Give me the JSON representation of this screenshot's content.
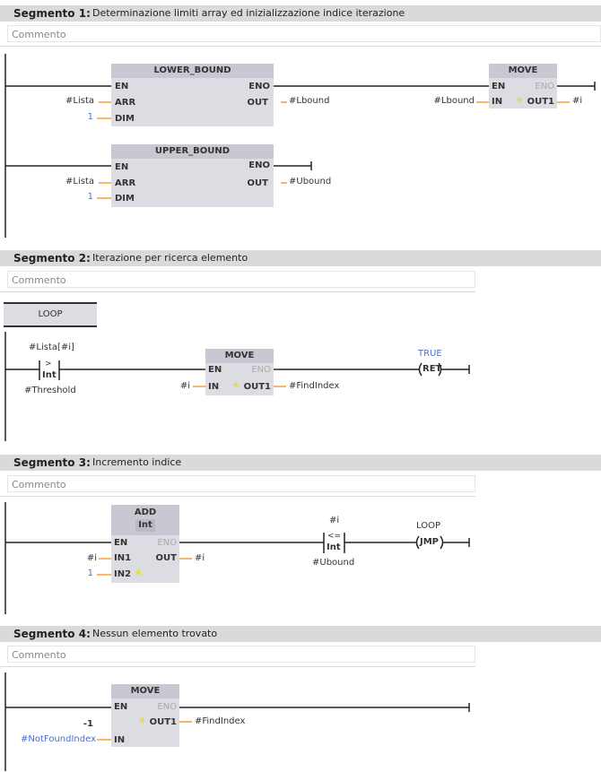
{
  "segments": [
    {
      "title": "Segmento 1:",
      "description": "Determinazione limiti array ed inizializzazione indice iterazione",
      "comment": "Commento"
    },
    {
      "title": "Segmento 2:",
      "description": "Iterazione per ricerca elemento",
      "comment": "Commento"
    },
    {
      "title": "Segmento 3:",
      "description": "Incremento indice",
      "comment": "Commento"
    },
    {
      "title": "Segmento 4:",
      "description": "Nessun elemento trovato",
      "comment": "Commento"
    }
  ],
  "pins": {
    "en": "EN",
    "eno": "ENO",
    "arr": "ARR",
    "dim": "DIM",
    "out": "OUT",
    "in": "IN",
    "out1": "OUT1",
    "in1": "IN1",
    "in2": "IN2"
  },
  "seg1": {
    "lower": "LOWER_BOUND",
    "upper": "UPPER_BOUND",
    "move": "MOVE",
    "lista": "#Lista",
    "dim": "1",
    "lbound": "#Lbound",
    "ubound": "#Ubound",
    "i": "#i"
  },
  "seg2": {
    "label": "LOOP",
    "contact_top": "#Lista[#i]",
    "contact_op": ">",
    "contact_type": "Int",
    "contact_bottom": "#Threshold",
    "move": "MOVE",
    "in": "#i",
    "out": "#FindIndex",
    "coil_top": "TRUE",
    "coil": "RET"
  },
  "seg3": {
    "add": "ADD",
    "type": "Int",
    "in1": "#i",
    "in2": "1",
    "out": "#i",
    "contact_top": "#i",
    "contact_op": "<=",
    "contact_type": "Int",
    "contact_bottom": "#Ubound",
    "coil_top": "LOOP",
    "coil": "JMP"
  },
  "seg4": {
    "move": "MOVE",
    "const": "-1",
    "in": "#NotFoundIndex",
    "out": "#FindIndex"
  },
  "colors": {
    "wire": "#222222",
    "param_wire": "#f7a035",
    "constant": "#4a6fd6"
  }
}
